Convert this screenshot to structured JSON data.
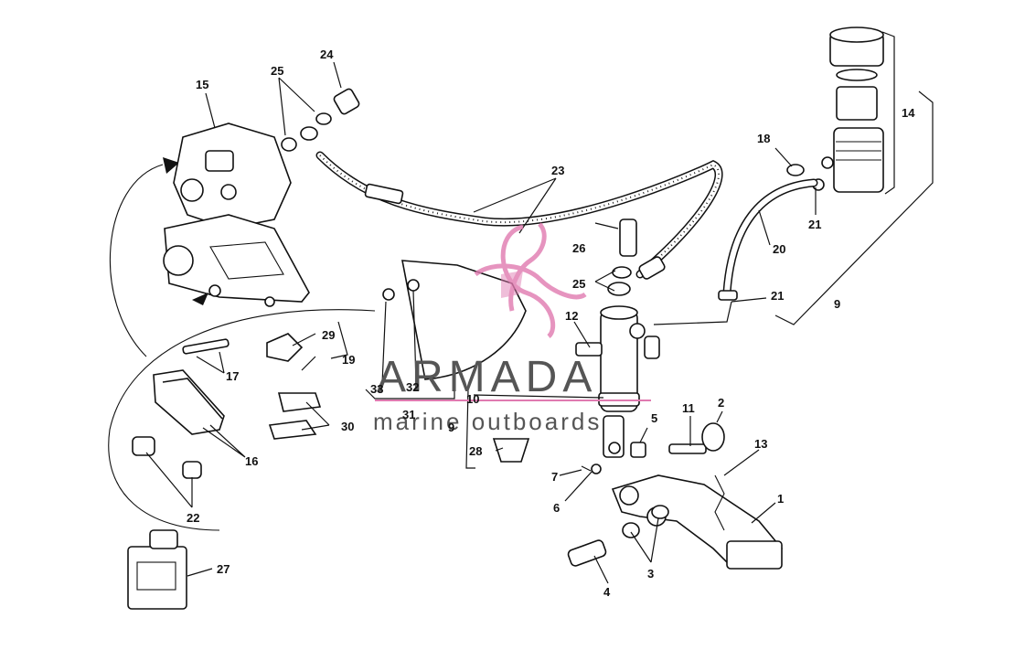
{
  "watermark": {
    "brand": "ARMADA",
    "tagline": "marine outboards",
    "logo_color": "#e07ab0"
  },
  "part_labels": [
    "1",
    "2",
    "3",
    "4",
    "5",
    "6",
    "7",
    "9",
    "10",
    "11",
    "12",
    "13",
    "14",
    "15",
    "16",
    "17",
    "18",
    "19",
    "20",
    "21",
    "22",
    "23",
    "24",
    "25",
    "26",
    "27",
    "28",
    "29",
    "30",
    "31",
    "32",
    "33"
  ],
  "callouts": {
    "c1": "1",
    "c2": "2",
    "c3": "3",
    "c4": "4",
    "c5": "5",
    "c6": "6",
    "c7": "7",
    "c9a": "9",
    "c9b": "9",
    "c10": "10",
    "c11": "11",
    "c12": "12",
    "c13": "13",
    "c14": "14",
    "c15": "15",
    "c16": "16",
    "c17": "17",
    "c18": "18",
    "c19": "19",
    "c20": "20",
    "c21a": "21",
    "c21b": "21",
    "c22": "22",
    "c23": "23",
    "c24": "24",
    "c25a": "25",
    "c25b": "25",
    "c26": "26",
    "c27": "27",
    "c28": "28",
    "c29": "29",
    "c30": "30",
    "c31": "31",
    "c32": "32",
    "c33": "33"
  }
}
